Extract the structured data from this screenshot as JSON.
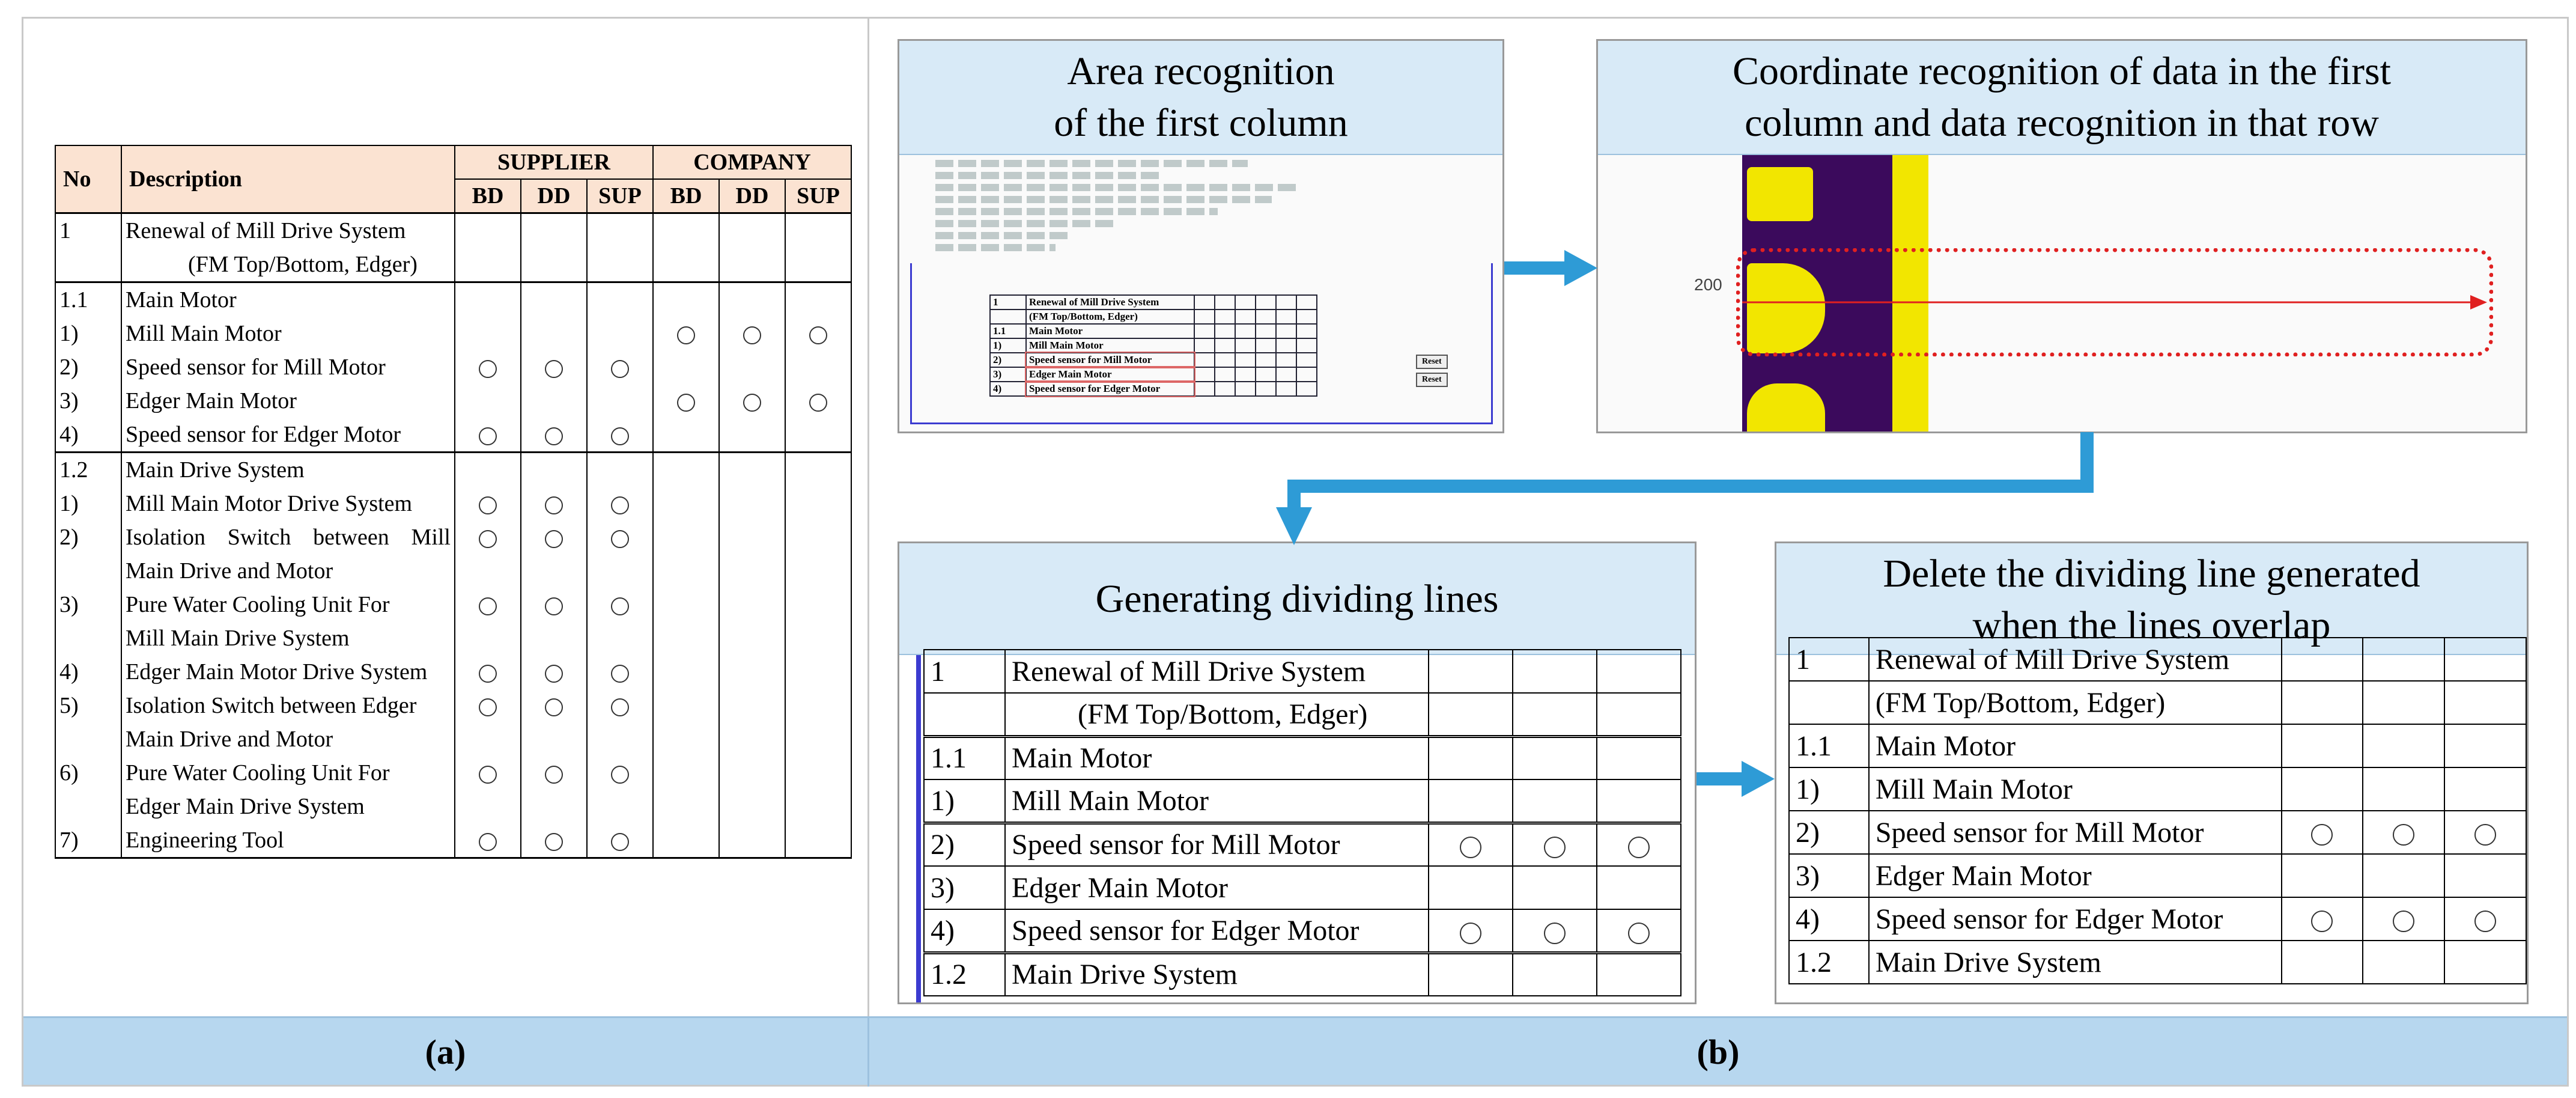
{
  "panel_a": {
    "caption": "(a)",
    "header": {
      "no": "No",
      "description": "Description",
      "supplier": "SUPPLIER",
      "company": "COMPANY",
      "sub": [
        "BD",
        "DD",
        "SUP",
        "BD",
        "DD",
        "SUP"
      ]
    },
    "rows": [
      {
        "no": "1",
        "desc": "Renewal of Mill Drive System",
        "marks": [
          0,
          0,
          0,
          0,
          0,
          0
        ],
        "grp": true
      },
      {
        "no": "",
        "desc": "(FM Top/Bottom, Edger)",
        "indent": true,
        "marks": [
          0,
          0,
          0,
          0,
          0,
          0
        ]
      },
      {
        "no": "1.1",
        "desc": "Main Motor",
        "marks": [
          0,
          0,
          0,
          0,
          0,
          0
        ],
        "grp": true
      },
      {
        "no": "1)",
        "desc": "Mill Main Motor",
        "marks": [
          0,
          0,
          0,
          1,
          1,
          1
        ]
      },
      {
        "no": "2)",
        "desc": "Speed sensor for Mill Motor",
        "marks": [
          1,
          1,
          1,
          0,
          0,
          0
        ]
      },
      {
        "no": "3)",
        "desc": "Edger Main Motor",
        "marks": [
          0,
          0,
          0,
          1,
          1,
          1
        ]
      },
      {
        "no": "4)",
        "desc": "Speed sensor for Edger Motor",
        "marks": [
          1,
          1,
          1,
          0,
          0,
          0
        ]
      },
      {
        "no": "1.2",
        "desc": "Main Drive System",
        "marks": [
          0,
          0,
          0,
          0,
          0,
          0
        ],
        "grp": true
      },
      {
        "no": "1)",
        "desc": "Mill Main Motor Drive System",
        "marks": [
          1,
          1,
          1,
          0,
          0,
          0
        ]
      },
      {
        "no": "2)",
        "desc": "Isolation Switch between Mill",
        "marks": [
          1,
          1,
          1,
          0,
          0,
          0
        ],
        "just": true
      },
      {
        "no": "",
        "desc": "Main Drive and Motor",
        "marks": [
          0,
          0,
          0,
          0,
          0,
          0
        ]
      },
      {
        "no": "3)",
        "desc": "Pure Water Cooling Unit For",
        "marks": [
          1,
          1,
          1,
          0,
          0,
          0
        ]
      },
      {
        "no": "",
        "desc": "Mill Main Drive System",
        "marks": [
          0,
          0,
          0,
          0,
          0,
          0
        ]
      },
      {
        "no": "4)",
        "desc": "Edger Main Motor Drive System",
        "marks": [
          1,
          1,
          1,
          0,
          0,
          0
        ]
      },
      {
        "no": "5)",
        "desc": "Isolation Switch between Edger",
        "marks": [
          1,
          1,
          1,
          0,
          0,
          0
        ]
      },
      {
        "no": "",
        "desc": "Main Drive and Motor",
        "marks": [
          0,
          0,
          0,
          0,
          0,
          0
        ]
      },
      {
        "no": "6)",
        "desc": "Pure Water Cooling Unit For",
        "marks": [
          1,
          1,
          1,
          0,
          0,
          0
        ]
      },
      {
        "no": "",
        "desc": "Edger Main Drive System",
        "marks": [
          0,
          0,
          0,
          0,
          0,
          0
        ]
      },
      {
        "no": "7)",
        "desc": "Engineering Tool",
        "marks": [
          1,
          1,
          1,
          0,
          0,
          0
        ],
        "last": true
      }
    ]
  },
  "panel_b": {
    "caption": "(b)",
    "step1": {
      "title_l1": "Area recognition",
      "title_l2": "of the first column",
      "mini_rows": [
        [
          "1",
          "Renewal of Mill Drive System"
        ],
        [
          "",
          "(FM Top/Bottom, Edger)"
        ],
        [
          "1.1",
          "Main Motor"
        ],
        [
          "1)",
          "Mill Main Motor"
        ],
        [
          "2)",
          "Speed sensor for Mill Motor"
        ],
        [
          "3)",
          "Edger Main Motor"
        ],
        [
          "4)",
          "Speed sensor for Edger Motor"
        ]
      ],
      "mini_button": "Reset"
    },
    "step2": {
      "title_l1": "Coordinate recognition of data in the first",
      "title_l2": "column and data recognition in that row",
      "axis_label": "200"
    },
    "step3": {
      "title": "Generating dividing lines",
      "rows": [
        [
          "1",
          "Renewal of Mill Drive System",
          0
        ],
        [
          "",
          "(FM Top/Bottom, Edger)",
          0
        ],
        [
          "1.1",
          "Main Motor",
          0
        ],
        [
          "1)",
          "Mill Main Motor",
          0
        ],
        [
          "2)",
          "Speed sensor for Mill Motor",
          1
        ],
        [
          "3)",
          "Edger Main Motor",
          0
        ],
        [
          "4)",
          "Speed sensor for Edger Motor",
          1
        ],
        [
          "1.2",
          "Main Drive System",
          0
        ]
      ]
    },
    "step4": {
      "title_l1": "Delete the dividing line generated",
      "title_l2": "when the lines overlap",
      "rows": [
        [
          "1",
          "Renewal of Mill Drive System",
          0
        ],
        [
          "",
          "(FM Top/Bottom, Edger)",
          0
        ],
        [
          "1.1",
          "Main Motor",
          0
        ],
        [
          "1)",
          "Mill Main Motor",
          0
        ],
        [
          "2)",
          "Speed sensor for Mill Motor",
          1
        ],
        [
          "3)",
          "Edger Main Motor",
          0
        ],
        [
          "4)",
          "Speed sensor for Edger Motor",
          1
        ],
        [
          "1.2",
          "Main Drive System",
          0
        ]
      ]
    }
  },
  "colors": {
    "header_fill": "#d8eaf7",
    "footer_fill": "#b7d7ef",
    "arrow": "#2e9bd6",
    "dotted_box": "#e02020",
    "table_header": "#fbe3d2",
    "heatmap_bg": "#3b0a5c",
    "heatmap_fg": "#f2e600"
  }
}
